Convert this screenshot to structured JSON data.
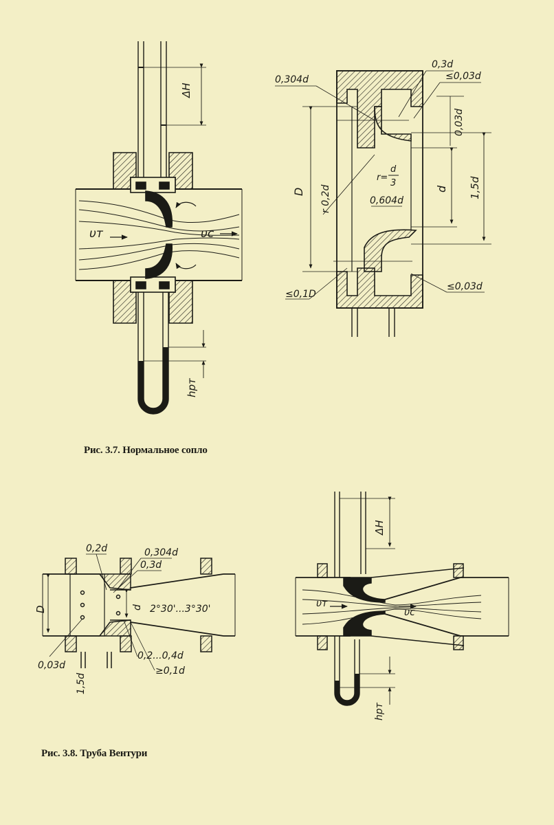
{
  "captions": {
    "fig37": "Рис. 3.7. Нормальное сопло",
    "fig38": "Рис. 3.8. Труба Вентури"
  },
  "fig37_left": {
    "delta_h": "ΔH",
    "v_t": "υт",
    "v_c": "υс",
    "h_rt": "hрт"
  },
  "fig37_right": {
    "d0304": "0,304d",
    "d03": "0,3d",
    "d003_top": "≤0,03d",
    "d003_side": "0,03d",
    "big_d": "D",
    "r02": "r 0,2d",
    "r_frac": "r=",
    "frac_num": "d",
    "frac_den": "3",
    "d": "d",
    "d15": "1,5d",
    "d0604": "0,604d",
    "d01D": "≤0,1D",
    "d003_bottom": "≤0,03d"
  },
  "fig38_left": {
    "d02": "0,2d",
    "d0304": "0,304d",
    "d03": "0,3d",
    "big_d": "D",
    "d": "d",
    "angle": "2°30'...3°30'",
    "d02_04": "0,2...0,4d",
    "d01": "≥0,1d",
    "d003": "0,03d",
    "d15": "1,5d"
  },
  "fig38_right": {
    "delta_h": "ΔH",
    "v_t": "υт",
    "v_c": "υс",
    "h_rt": "hрт"
  }
}
